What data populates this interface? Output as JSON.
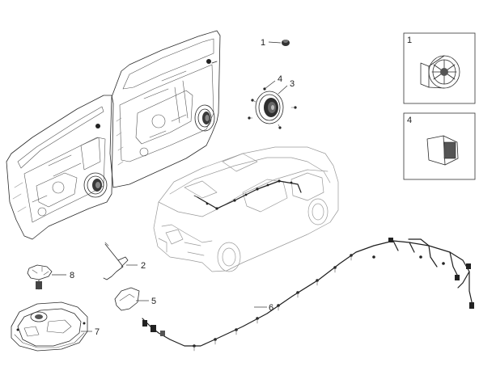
{
  "callouts": [
    {
      "id": "c1",
      "label": "1"
    },
    {
      "id": "c2",
      "label": "2"
    },
    {
      "id": "c3",
      "label": "3"
    },
    {
      "id": "c4",
      "label": "4"
    },
    {
      "id": "c5",
      "label": "5"
    },
    {
      "id": "c6",
      "label": "6"
    },
    {
      "id": "c7",
      "label": "7"
    },
    {
      "id": "c8",
      "label": "8"
    }
  ],
  "insets": [
    {
      "id": "inset1",
      "label": "1",
      "icon": "tweeter-speaker-icon"
    },
    {
      "id": "inset4",
      "label": "4",
      "icon": "grommet-clip-icon"
    }
  ]
}
